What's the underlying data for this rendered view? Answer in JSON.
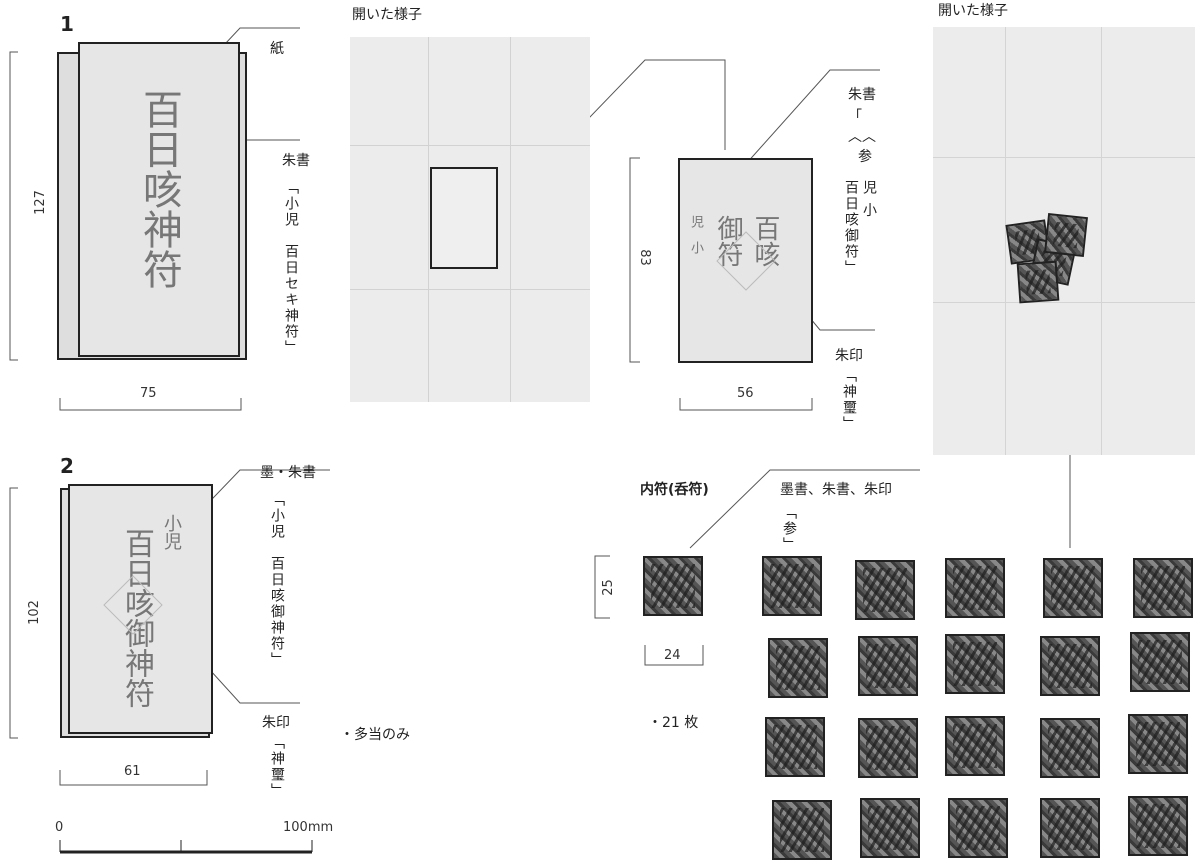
{
  "item1": {
    "number": "1",
    "labels": {
      "paper": "紙",
      "shusho": "朱書"
    },
    "shusho_text": "「小児　百日セキ神符」",
    "ink_text": "百日咳神符",
    "height": "127",
    "width": "75"
  },
  "open_view_label_1": "開いた様子",
  "open_view_label_2": "開いた様子",
  "inner_card": {
    "label_shusho": "朱書",
    "shusho_text_a": "「",
    "shusho_text_b": "参",
    "shusho_text_c": "児 小\n百日咳御符」",
    "label_shuin": "朱印",
    "shuin_text": "「神璽」",
    "height": "83",
    "width": "56",
    "ink_main": "百咳\n御符",
    "ink_side": "児　小"
  },
  "item2": {
    "number": "2",
    "label_top": "墨・朱書",
    "top_text": "「小児　百日咳御神符」",
    "label_shuin": "朱印",
    "shuin_text": "「神璽」",
    "height": "102",
    "width": "61",
    "ink_text": "百日咳御神符",
    "ink_side": "小児",
    "note": "・多当のみ"
  },
  "scale": {
    "zero": "0",
    "max": "100mm"
  },
  "inner_talisman": {
    "title": "内符(呑符)",
    "desc": "墨書、朱書、朱印",
    "desc2": "「参」",
    "height": "25",
    "width": "24",
    "count": "・21 枚"
  }
}
